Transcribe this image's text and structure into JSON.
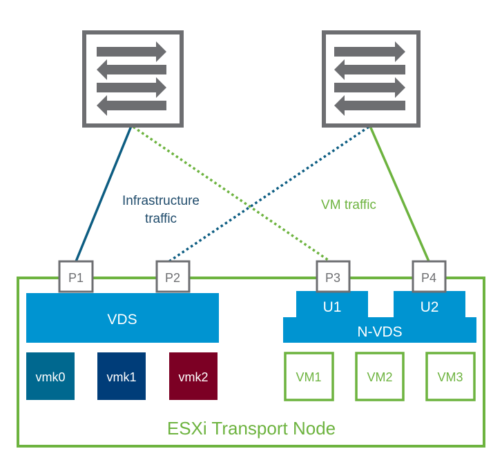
{
  "colors": {
    "switch_gray": "#6d6e71",
    "infra_blue": "#0d5d82",
    "vm_green": "#6db33f",
    "switch_blue": "#0094d1",
    "vmk0": "#00688f",
    "vmk1": "#003d79",
    "vmk2": "#7c0024",
    "infra_text": "#1f4b6b",
    "white": "#ffffff"
  },
  "switches": [
    {
      "id": "physical-switch-1",
      "icon": "switch-arrows-icon"
    },
    {
      "id": "physical-switch-2",
      "icon": "switch-arrows-icon"
    }
  ],
  "links": [
    {
      "from": "physical-switch-1",
      "to": "P1",
      "style": "solid",
      "traffic": "infrastructure"
    },
    {
      "from": "physical-switch-1",
      "to": "P3",
      "style": "dotted",
      "traffic": "vm"
    },
    {
      "from": "physical-switch-2",
      "to": "P2",
      "style": "dotted",
      "traffic": "infrastructure"
    },
    {
      "from": "physical-switch-2",
      "to": "P4",
      "style": "solid",
      "traffic": "vm"
    }
  ],
  "labels": {
    "infra_line1": "Infrastructure",
    "infra_line2": "traffic",
    "vm_traffic": "VM traffic"
  },
  "ports": [
    "P1",
    "P2",
    "P3",
    "P4"
  ],
  "vds": {
    "label": "VDS"
  },
  "nvds": {
    "label": "N-VDS",
    "uplinks": [
      "U1",
      "U2"
    ]
  },
  "vmkernel": [
    "vmk0",
    "vmk1",
    "vmk2"
  ],
  "vms": [
    "VM1",
    "VM2",
    "VM3"
  ],
  "node": {
    "label": "ESXi Transport Node"
  }
}
